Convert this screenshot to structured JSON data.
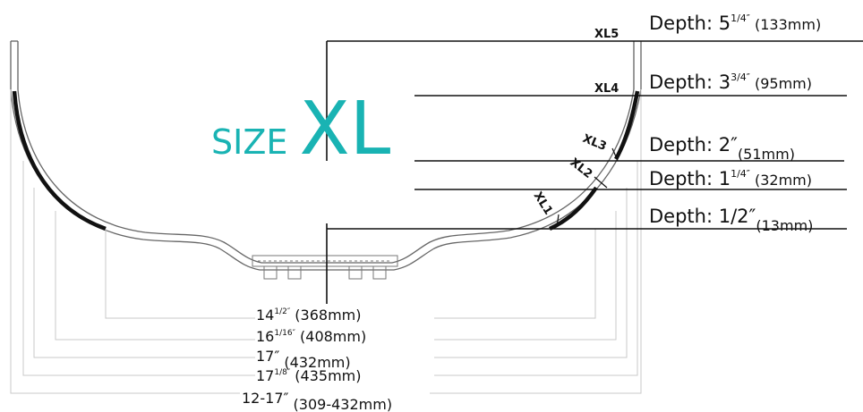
{
  "size_label": {
    "prefix": "SIZE",
    "size": "XL"
  },
  "colors": {
    "accent": "#19b3b3",
    "line": "#111111",
    "dim_line": "#c8c8c8"
  },
  "depths": [
    {
      "tag": "XL5",
      "prefix": "Depth: ",
      "main": "5",
      "sup": "1/4″",
      "metric": " (133mm)"
    },
    {
      "tag": "XL4",
      "prefix": "Depth: ",
      "main": "3",
      "sup": "3/4″",
      "metric": " (95mm)"
    },
    {
      "tag": "XL3",
      "prefix": "Depth:  ",
      "main": "2″",
      "sup": "",
      "metric": "(51mm)"
    },
    {
      "tag": "XL2",
      "prefix": "Depth: ",
      "main": "1",
      "sup": "1/4″",
      "metric": " (32mm)"
    },
    {
      "tag": "XL1",
      "prefix": "Depth: ",
      "main": "1/2″",
      "sup": "",
      "metric": "(13mm)"
    }
  ],
  "widths": [
    {
      "main": "14",
      "sup": "1/2″",
      "metric": " (368mm)"
    },
    {
      "main": "16",
      "sup": "1/16″",
      "metric": " (408mm)"
    },
    {
      "main": "17″",
      "sup": "",
      "metric": " (432mm)"
    },
    {
      "main": "17",
      "sup": "1/8″",
      "metric": " (435mm)"
    },
    {
      "main": "12-17″",
      "sup": "",
      "metric": " (309-432mm)"
    }
  ]
}
